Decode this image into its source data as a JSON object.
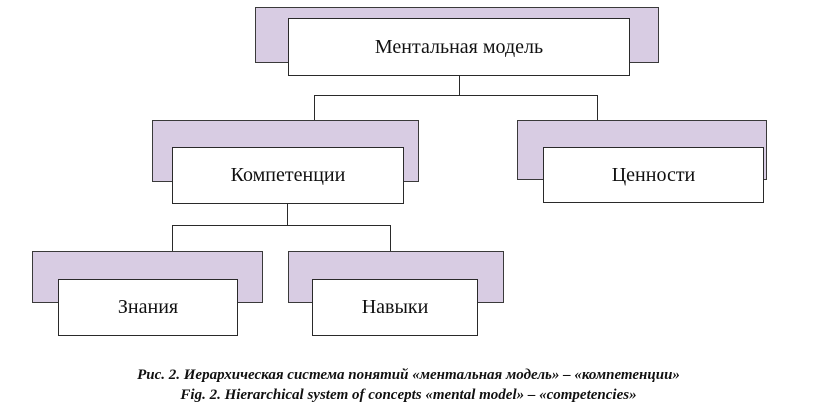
{
  "diagram": {
    "root": {
      "label": "Ментальная модель"
    },
    "competencies": {
      "label": "Компетенции"
    },
    "values": {
      "label": "Ценности"
    },
    "knowledge": {
      "label": "Знания"
    },
    "skills": {
      "label": "Навыки"
    }
  },
  "caption": {
    "ru": "Рис. 2. Иерархическая система понятий «ментальная модель» – «компетенции»",
    "en": "Fig. 2. Hierarchical system of concepts «mental model» – «competencies»"
  },
  "colors": {
    "box_shadow": "#d8cce3",
    "border": "#2a2a2a"
  }
}
